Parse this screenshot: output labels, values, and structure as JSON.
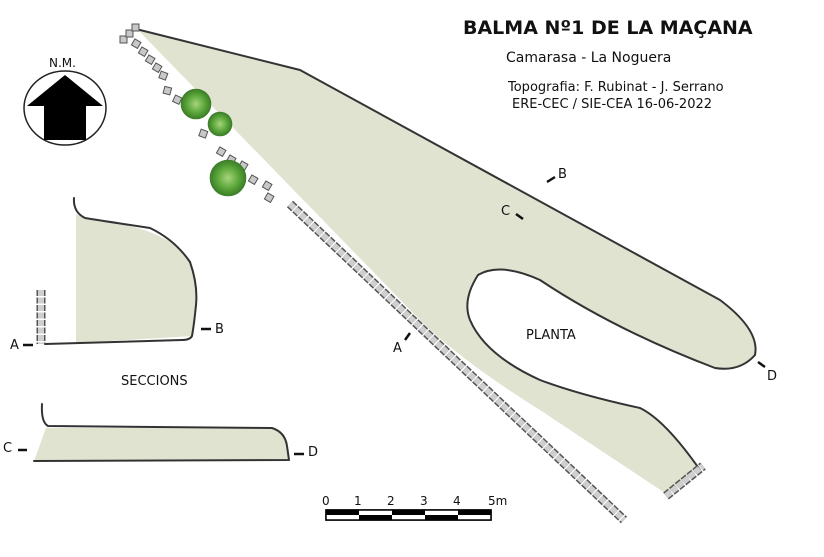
{
  "header": {
    "title": "BALMA Nº1 DE LA MAÇANA",
    "subtitle": "Camarasa - La Noguera",
    "credits_line1": "Topografia: F. Rubinat - J. Serrano",
    "credits_line2": "ERE-CEC / SIE-CEA  16-06-2022"
  },
  "north_arrow": {
    "label": "N.M."
  },
  "labels": {
    "plan": "PLANTA",
    "sections": "SECCIONS",
    "section_a": "A",
    "section_b": "B",
    "section_c": "C",
    "section_d": "D"
  },
  "scale_bar": {
    "ticks": [
      "0",
      "1",
      "2",
      "3",
      "4",
      "5m"
    ],
    "segments": 5
  },
  "colors": {
    "cave_fill": "#e0e3d0",
    "outline": "#333333",
    "wall_block": "#c8c8c8",
    "vegetation": "#5aa63a",
    "text": "#111111"
  }
}
